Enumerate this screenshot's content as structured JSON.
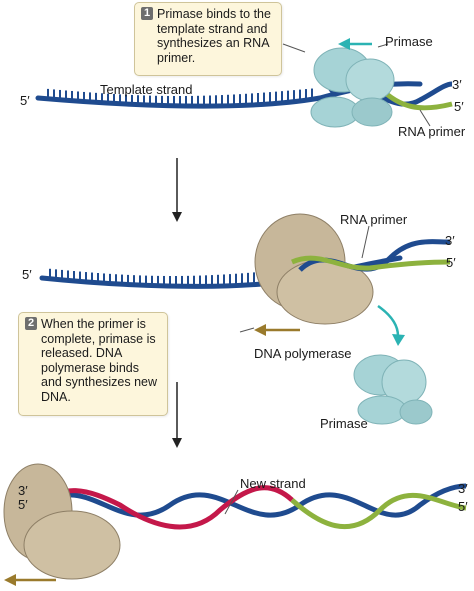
{
  "colors": {
    "template_strand": "#1f4b8f",
    "rna_primer": "#8db23e",
    "new_strand": "#c4184a",
    "primase": "#a6d3d6",
    "dna_polymerase": "#c7b79a",
    "primase_arrow": "#2bb3b3",
    "polymerase_arrow": "#9a7a2c"
  },
  "step1": {
    "number": "1",
    "text": "Primase binds to the\ntemplate strand and\nsynthesizes an RNA\nprimer."
  },
  "step2": {
    "number": "2",
    "text": "When the primer is\ncomplete, primase is\nreleased. DNA\npolymerase binds\nand synthesizes new\nDNA."
  },
  "labels": {
    "template_strand": "Template strand",
    "primase_top": "Primase",
    "rna_primer_top": "RNA primer",
    "rna_primer_mid": "RNA primer",
    "dna_polymerase": "DNA polymerase",
    "primase_released": "Primase",
    "new_strand": "New strand"
  },
  "ends": {
    "five_prime": "5′",
    "three_prime": "3′"
  }
}
